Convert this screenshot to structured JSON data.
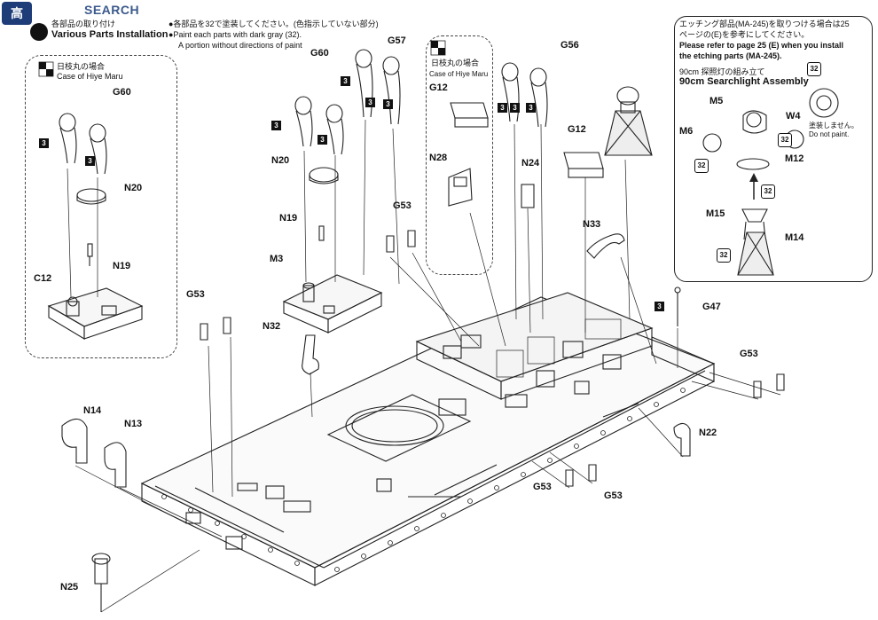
{
  "watermark": {
    "logo_text": "高",
    "brand": "SEARCH"
  },
  "header": {
    "step_jp": "各部品の取り付け",
    "step_en": "Various Parts Installation",
    "paint_note_jp": "●各部品を32で塗装してください。(色指示していない部分)",
    "paint_note_en1": "●Paint each parts with dark gray (32).",
    "paint_note_en2": "A portion without directions of paint"
  },
  "etching": {
    "jp1": "エッチング部品(MA-245)を取りつける場合は25",
    "jp2": "ページの(E)を参考にしてください。",
    "en1": "Please refer to page 25 (E) when you install",
    "en2": "the etching parts (MA-245)."
  },
  "searchlight": {
    "jp": "90cm 探照灯の組み立て",
    "en": "90cm Searchlight Assembly",
    "no_paint_jp": "塗装しません。",
    "no_paint_en": "Do not paint."
  },
  "hiye_left": {
    "jp": "日枝丸の場合",
    "en": "Case of Hiye Maru"
  },
  "hiye_center": {
    "jp": "日枝丸の場合",
    "en": "Case of Hiye Maru"
  },
  "labels": {
    "g60_left": "G60",
    "n20_left": "N20",
    "n19_left": "N19",
    "c12": "C12",
    "g60_mid": "G60",
    "g57": "G57",
    "n20_mid": "N20",
    "n19_mid": "N19",
    "m3": "M3",
    "g12_mid": "G12",
    "n28": "N28",
    "g53_mid": "G53",
    "g56": "G56",
    "n24": "N24",
    "g12_right": "G12",
    "n33": "N33",
    "m5": "M5",
    "m6": "M6",
    "w4": "W4",
    "m12": "M12",
    "m15": "M15",
    "m14": "M14",
    "g47": "G47",
    "g53_left": "G53",
    "n32": "N32",
    "g53_right": "G53",
    "n14": "N14",
    "n13": "N13",
    "n22": "N22",
    "g53_b1": "G53",
    "g53_b2": "G53",
    "n25": "N25"
  },
  "paint_codes": {
    "three": "3",
    "thirtytwo": "32"
  }
}
